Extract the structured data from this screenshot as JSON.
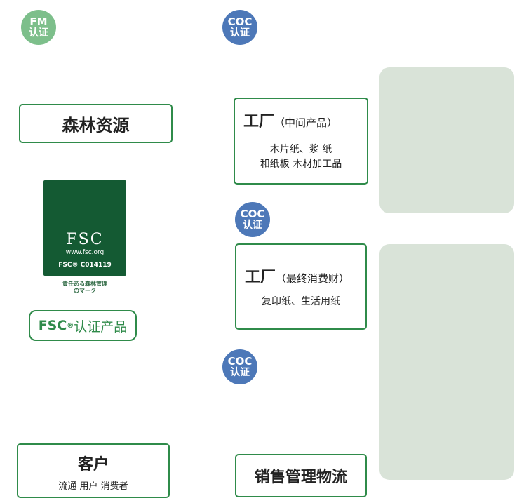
{
  "badges": {
    "fm": {
      "line1": "FM",
      "line2": "认证"
    },
    "coc": {
      "line1": "COC",
      "line2": "认证"
    }
  },
  "nodes": {
    "forest": {
      "label": "森林资源"
    },
    "factory_mid": {
      "title": "工厂",
      "subtitle": "（中间产品）",
      "desc_line1": "木片纸、浆 纸",
      "desc_line2": "和纸板 木材加工品"
    },
    "factory_final": {
      "title": "工厂",
      "subtitle": "（最终消费财）",
      "desc_line1": "复印纸、生活用纸"
    },
    "logistics": {
      "label": "销售管理物流"
    },
    "customer": {
      "title": "客户",
      "desc": "流通 用户 消费者"
    }
  },
  "fsc": {
    "logo_text": "FSC",
    "url": "www.fsc.org",
    "code": "FSC® C014119",
    "caption_line1": "責任ある森林管理",
    "caption_line2": "のマーク",
    "speech_main": "FSC",
    "speech_sup": "®",
    "speech_rest": "认证产品"
  },
  "colors": {
    "green": "#2f8b4a",
    "arrow": "#1e7a3e",
    "coc_badge": "#4d78b8",
    "fm_badge": "#7dbf8b",
    "fsc_logo_bg": "#145a33"
  }
}
